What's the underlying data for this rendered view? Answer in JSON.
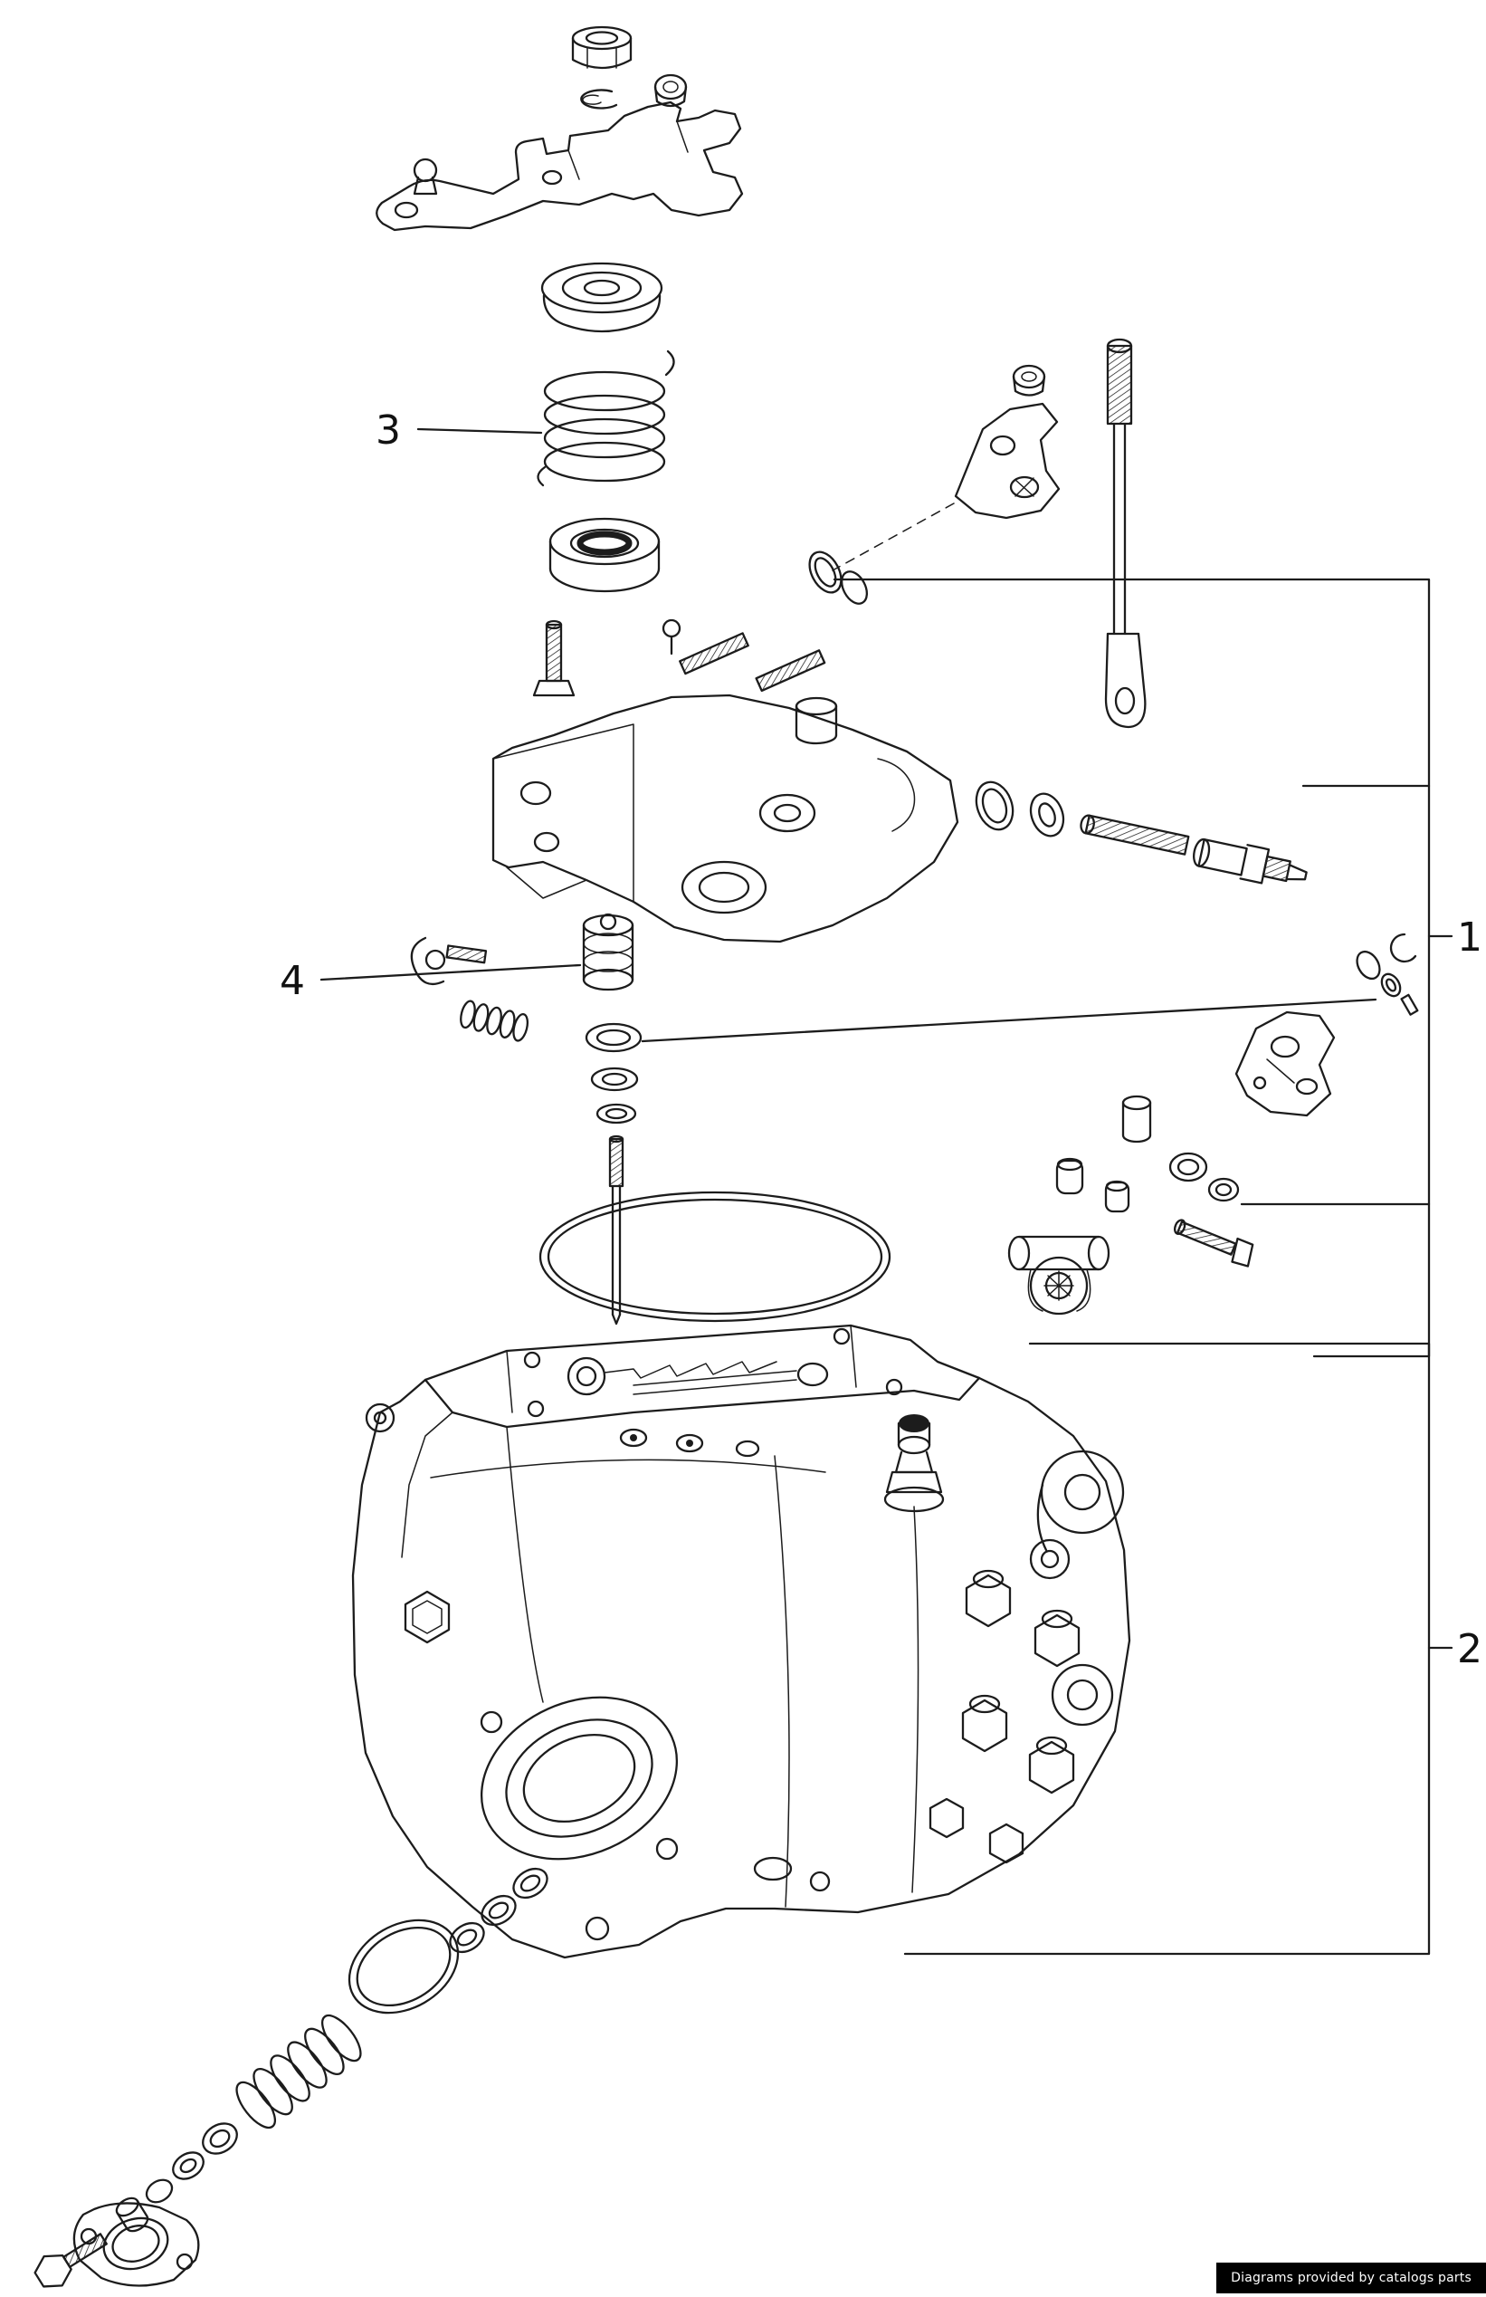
{
  "page": {
    "background": "#ffffff",
    "ink": "#1c1c1c"
  },
  "diagram": {
    "type": "exploded-parts-diagram",
    "subject": "fuel-injection-pump-exploded-view",
    "callouts": [
      {
        "label": "1"
      },
      {
        "label": "2"
      },
      {
        "label": "3"
      },
      {
        "label": "4"
      }
    ]
  },
  "footer": {
    "attribution": "Diagrams provided by catalogs parts",
    "background": "#000000",
    "text_color": "#ffffff"
  }
}
